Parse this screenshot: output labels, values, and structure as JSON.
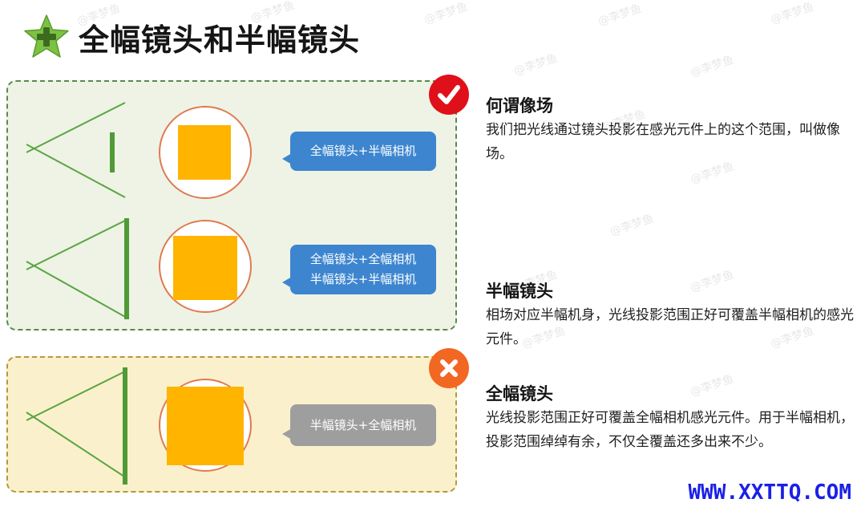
{
  "title": "全幅镜头和半幅镜头",
  "icons": {
    "title": "star-plus-icon",
    "correct": "check-icon",
    "wrong": "cross-icon"
  },
  "colors": {
    "green_panel": "#eef3e6",
    "yellow_panel": "#fbf0cc",
    "bubble_blue": "#3d86cf",
    "bubble_gray": "#9e9e9e",
    "sensor": "#ffb400",
    "image_circle": "#e07a4f",
    "lens_lines": "#5aa542",
    "check_badge": "#e0101a",
    "cross_badge": "#f26722",
    "site_text": "#1a20e6"
  },
  "examples": [
    {
      "label_lines": [
        "全幅镜头+半幅相机"
      ]
    },
    {
      "label_lines": [
        "全幅镜头+全幅相机",
        "半幅镜头+半幅相机"
      ]
    },
    {
      "label_lines": [
        "半幅镜头+全幅相机"
      ]
    }
  ],
  "sections": [
    {
      "title": "何谓像场",
      "body": "我们把光线通过镜头投影在感光元件上的这个范围，叫做像场。"
    },
    {
      "title": "半幅镜头",
      "body": "相场对应半幅机身，光线投影范围正好可覆盖半幅相机的感光元件。"
    },
    {
      "title": "全幅镜头",
      "body": "光线投影范围正好可覆盖全幅相机感光元件。用于半幅相机，投影范围绰绰有余，不仅全覆盖还多出来不少。"
    }
  ],
  "watermark_text": "@李梦鱼",
  "site": "WWW.XXTTQ.COM"
}
